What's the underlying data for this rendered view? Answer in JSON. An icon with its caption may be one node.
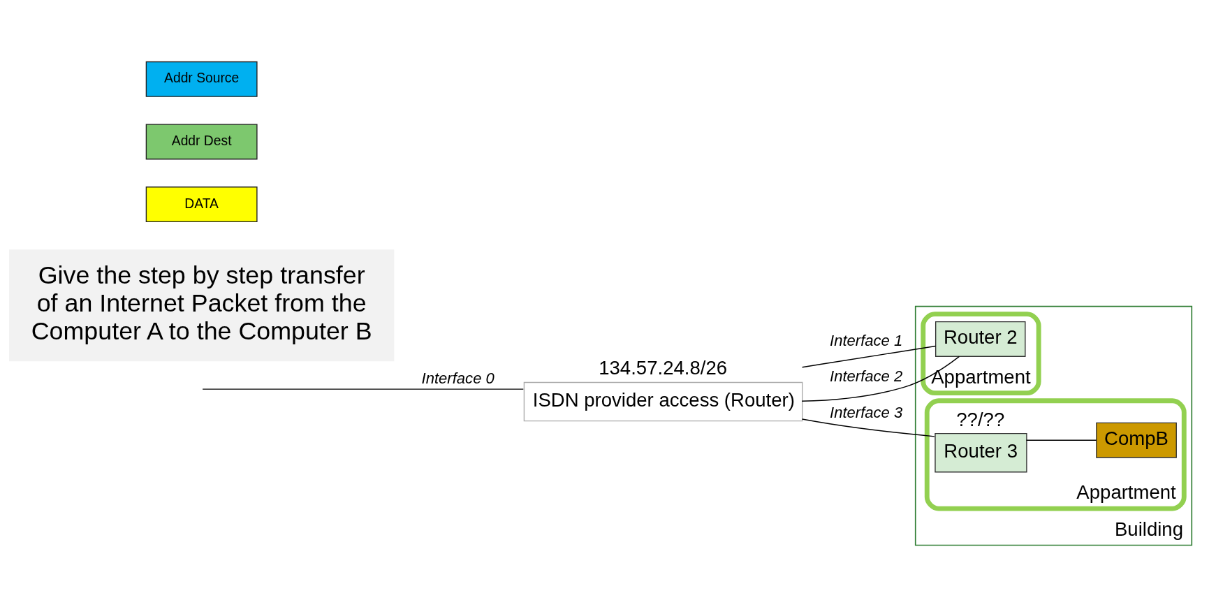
{
  "diagram": {
    "nodes": [
      {
        "text": [
          "Building"
        ]
      },
      {
        "text": [
          "Appartment"
        ],
        "in": 0
      },
      {
        "text": [
          "Router 2"
        ],
        "in": 1
      },
      {
        "text": [
          "Appartment"
        ],
        "in": 0
      },
      {
        "text": [
          "Router 3"
        ],
        "in": 3,
        "beside": [
          "??/??"
        ]
      },
      {
        "text": [
          "CompB"
        ],
        "in": 3
      },
      {
        "text": [
          "ISDN provider access (Router)"
        ],
        "beside": [
          "134.57.24.8/26"
        ]
      },
      {
        "text": [
          "Give the step by step transfer of an Internet Packet from the Computer A to the Computer B"
        ]
      },
      {
        "text": [
          "Addr Source"
        ]
      },
      {
        "text": [
          "Addr Dest"
        ]
      },
      {
        "text": [
          "DATA"
        ]
      }
    ],
    "edges": [
      {
        "from": null,
        "to": 6,
        "arrow": "none",
        "label": "Interface 0"
      },
      {
        "from": 6,
        "to": 2,
        "arrow": "none",
        "label": "Interface 1"
      },
      {
        "from": 6,
        "to": 2,
        "arrow": "none",
        "label": "Interface 2"
      },
      {
        "from": 6,
        "to": 4,
        "arrow": "none",
        "label": "Interface 3"
      },
      {
        "from": 4,
        "to": 5,
        "arrow": "none"
      }
    ]
  }
}
